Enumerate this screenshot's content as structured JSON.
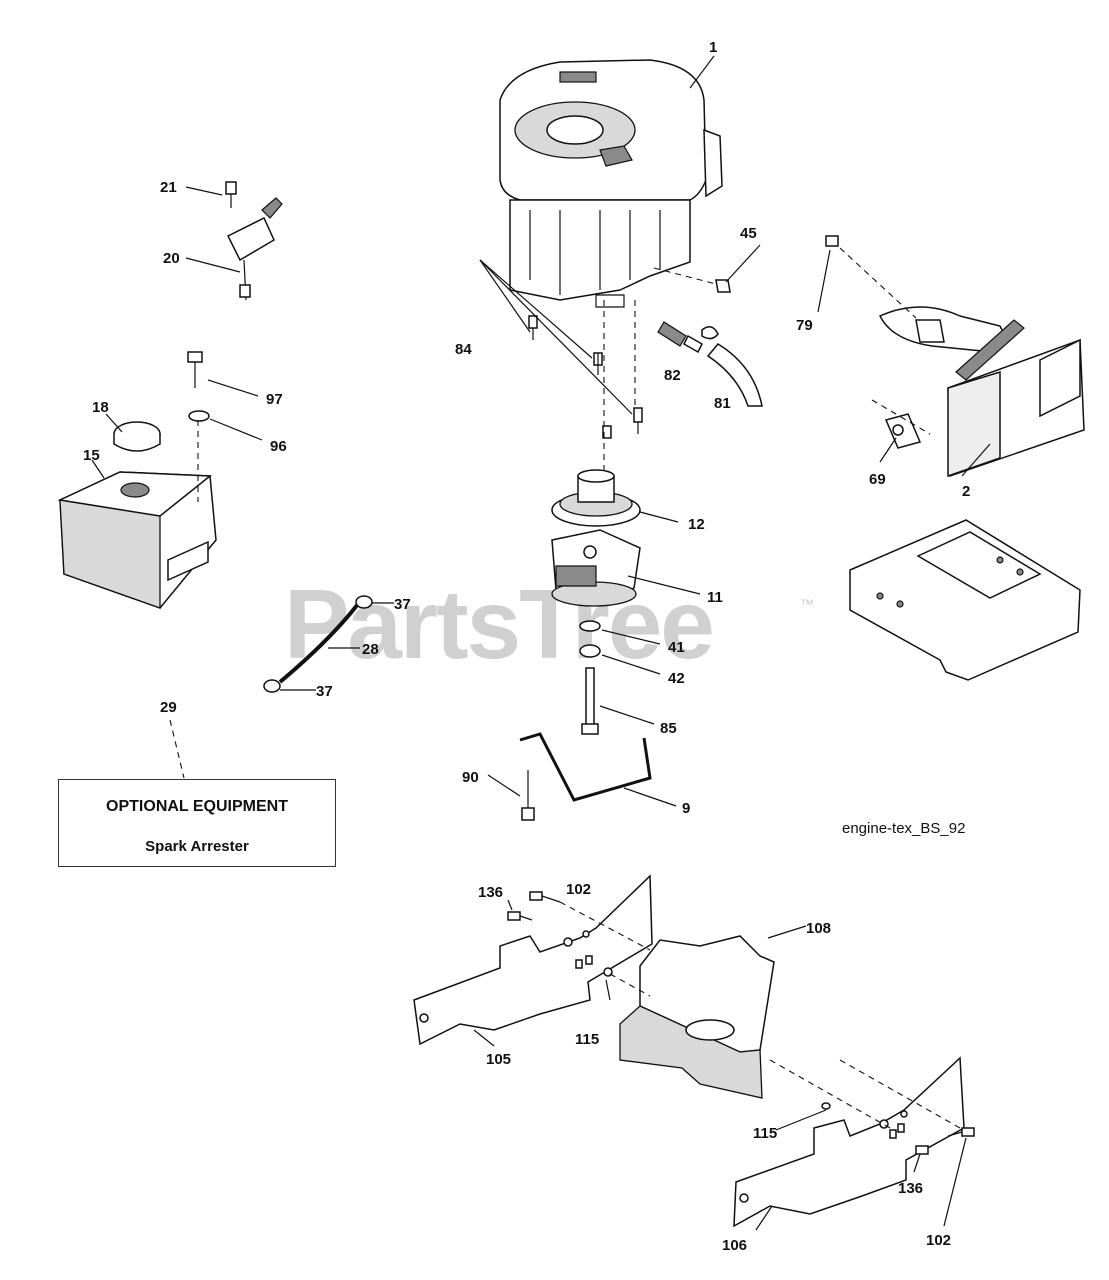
{
  "watermark": {
    "text": "PartsTree",
    "trademark": "™"
  },
  "drawing_id": "engine-tex_BS_92",
  "optional_box": {
    "title": "OPTIONAL EQUIPMENT",
    "item": "Spark Arrester"
  },
  "callouts": [
    "1",
    "21",
    "20",
    "45",
    "79",
    "84",
    "82",
    "81",
    "97",
    "18",
    "96",
    "15",
    "69",
    "2",
    "12",
    "11",
    "37",
    "28",
    "37",
    "41",
    "42",
    "85",
    "90",
    "9",
    "29",
    "136",
    "102",
    "108",
    "115",
    "105",
    "115",
    "106",
    "136",
    "102"
  ]
}
